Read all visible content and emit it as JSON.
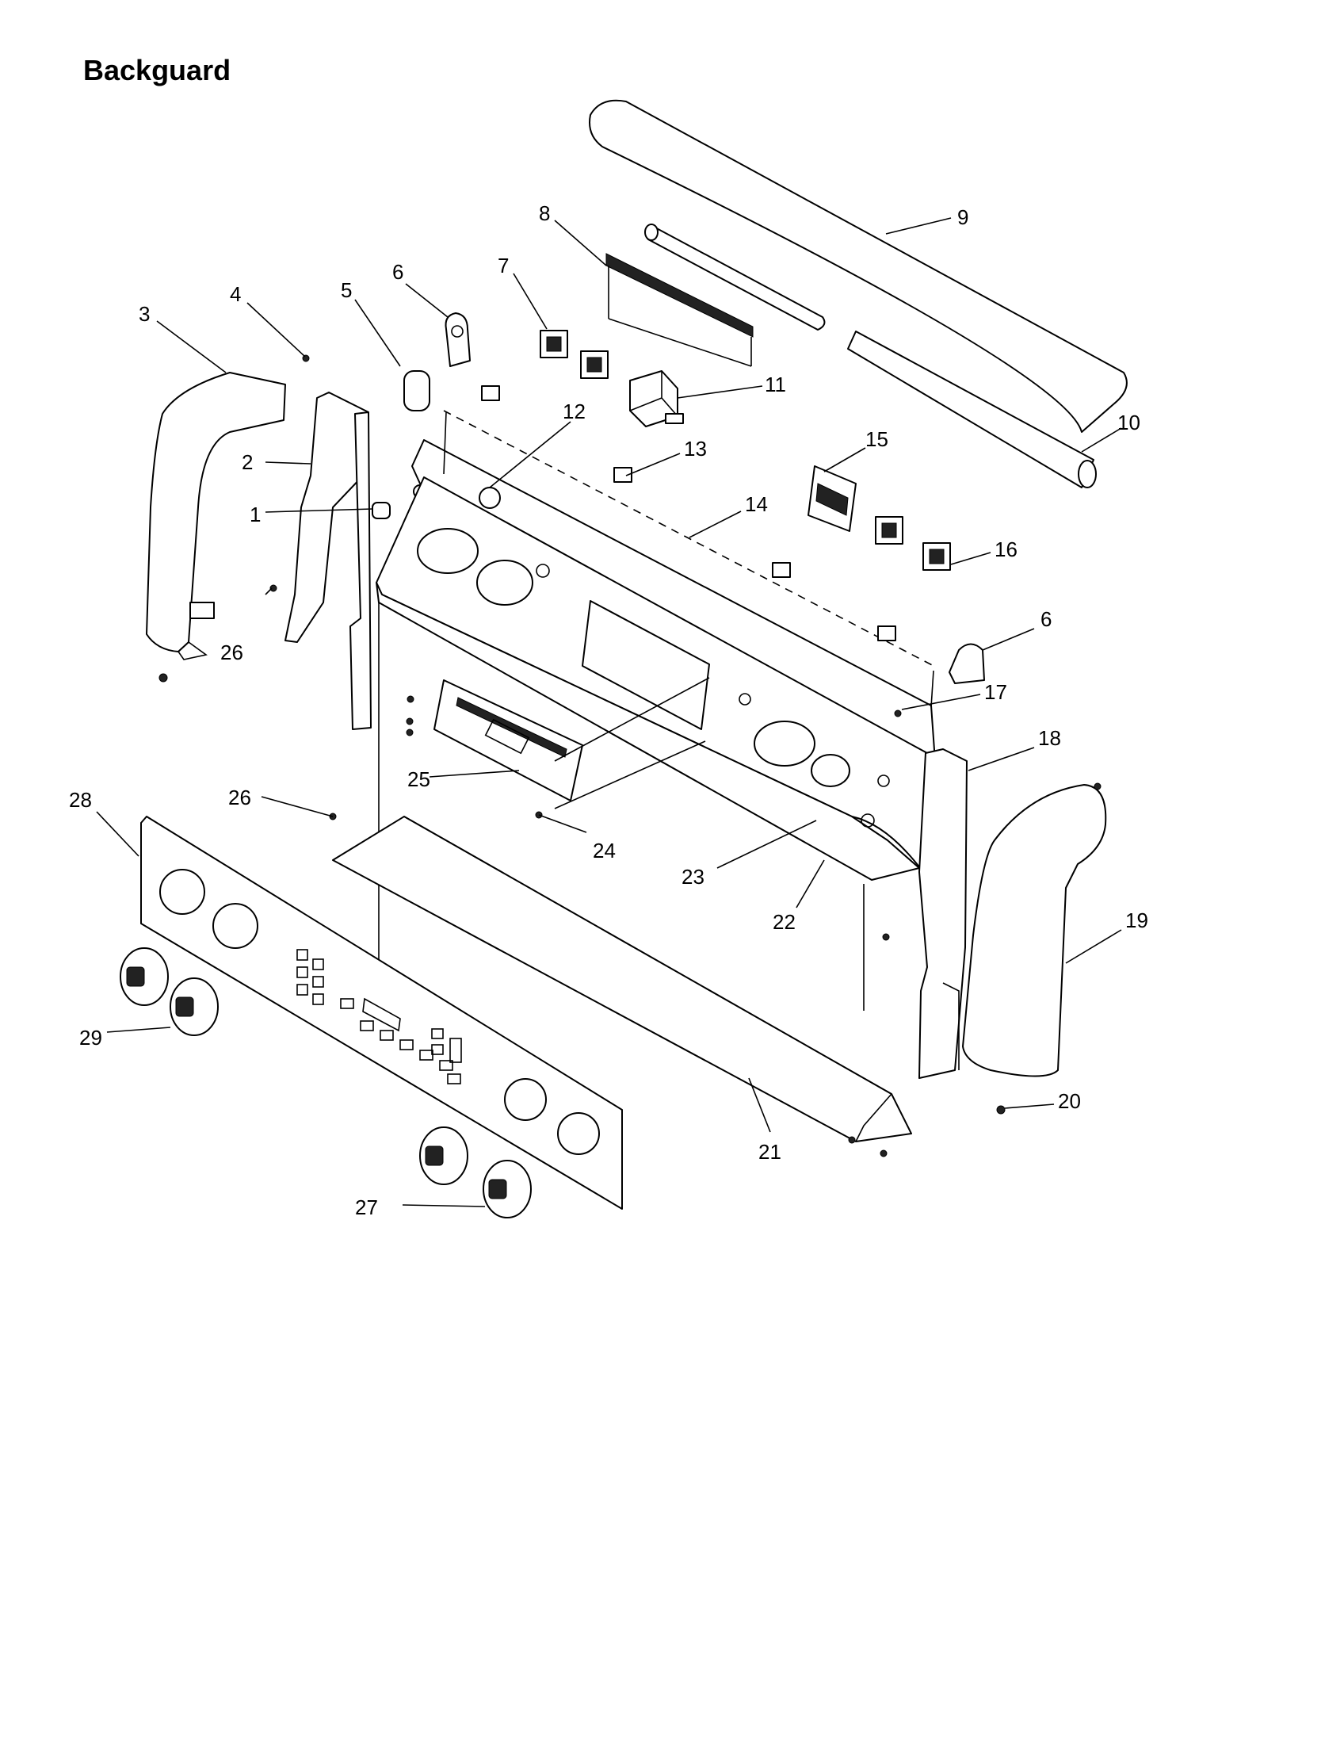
{
  "title": "Backguard",
  "callouts": [
    {
      "id": "1",
      "text": "1"
    },
    {
      "id": "2",
      "text": "2"
    },
    {
      "id": "3",
      "text": "3"
    },
    {
      "id": "4",
      "text": "4"
    },
    {
      "id": "5",
      "text": "5"
    },
    {
      "id": "6a",
      "text": "6"
    },
    {
      "id": "6b",
      "text": "6"
    },
    {
      "id": "7",
      "text": "7"
    },
    {
      "id": "8",
      "text": "8"
    },
    {
      "id": "9",
      "text": "9"
    },
    {
      "id": "10",
      "text": "10"
    },
    {
      "id": "11",
      "text": "11"
    },
    {
      "id": "12",
      "text": "12"
    },
    {
      "id": "13",
      "text": "13"
    },
    {
      "id": "14",
      "text": "14"
    },
    {
      "id": "15",
      "text": "15"
    },
    {
      "id": "16",
      "text": "16"
    },
    {
      "id": "17",
      "text": "17"
    },
    {
      "id": "18",
      "text": "18"
    },
    {
      "id": "19",
      "text": "19"
    },
    {
      "id": "20",
      "text": "20"
    },
    {
      "id": "21",
      "text": "21"
    },
    {
      "id": "22",
      "text": "22"
    },
    {
      "id": "23",
      "text": "23"
    },
    {
      "id": "24",
      "text": "24"
    },
    {
      "id": "25",
      "text": "25"
    },
    {
      "id": "26a",
      "text": "26"
    },
    {
      "id": "26b",
      "text": "26"
    },
    {
      "id": "27",
      "text": "27"
    },
    {
      "id": "28",
      "text": "28"
    },
    {
      "id": "29",
      "text": "29"
    }
  ]
}
